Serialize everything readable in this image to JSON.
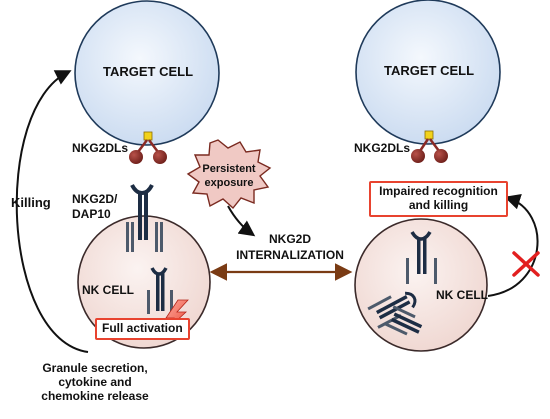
{
  "diagram": {
    "left_panel": {
      "target_cell": "TARGET CELL",
      "ligand_label": "NKG2DLs",
      "receptor_label_line1": "NKG2D/",
      "receptor_label_line2": "DAP10",
      "nk_cell": "NK CELL",
      "activation_box": "Full activation",
      "killing_label": "Killing",
      "secretion_line1": "Granule secretion,",
      "secretion_line2": "cytokine and",
      "secretion_line3": "chemokine release"
    },
    "center": {
      "burst_line1": "Persistent",
      "burst_line2": "exposure",
      "internalization_line1": "NKG2D",
      "internalization_line2": "INTERNALIZATION"
    },
    "right_panel": {
      "target_cell": "TARGET CELL",
      "ligand_label": "NKG2DLs",
      "impaired_line1": "Impaired recognition",
      "impaired_line2": "and killing",
      "nk_cell": "NK CELL"
    },
    "colors": {
      "target_cell_fill": "#dce8f7",
      "nk_cell_fill": "#f6e6e2",
      "ligand": "#8b2a25",
      "receptor": "#1d2d44",
      "burst_fill": "#f0c9c4",
      "box_border": "#e8432f",
      "double_arrow": "#7a3b14",
      "cross_mark": "#e21f1f"
    }
  }
}
